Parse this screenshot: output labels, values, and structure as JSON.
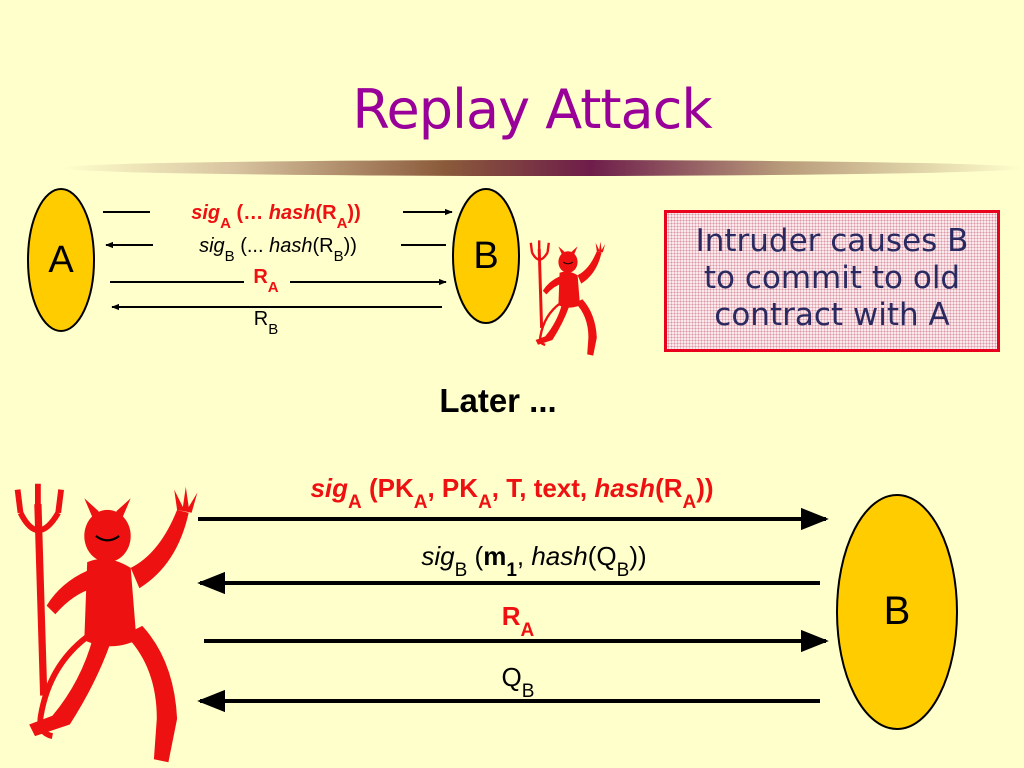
{
  "title": "Replay Attack",
  "later": "Later ...",
  "note": [
    "Intruder causes B",
    "to commit to old",
    "contract with A"
  ],
  "colors": {
    "red": "#ee1111",
    "ellipse": "#ffcc00",
    "title": "#990099"
  },
  "top": {
    "left_node": "A",
    "right_node": "B",
    "msg1": {
      "sig": "sig",
      "sub": "A",
      "mid": " (… ",
      "hash": "hash",
      "open": "(R",
      "rsub": "A",
      "close": "))"
    },
    "msg2": {
      "sig": "sig",
      "sub": "B",
      "mid": " (...  ",
      "hash": "hash",
      "open": "(R",
      "rsub": "B",
      "close": "))"
    },
    "msg3": {
      "r": "R",
      "sub": "A"
    },
    "msg4": {
      "r": "R",
      "sub": "B"
    }
  },
  "bottom": {
    "right_node": "B",
    "msg1": {
      "sig": "sig",
      "sub": "A",
      "args1": " (PK",
      "s1": "A",
      "args2": ", PK",
      "s2": "A",
      "args3": ", T, text, ",
      "hash": "hash",
      "open": "(R",
      "rsub": "A",
      "close": "))"
    },
    "msg2": {
      "sig": "sig",
      "sub": "B",
      "open": " (",
      "m": "m",
      "msub": "1",
      "mid": ", ",
      "hash": "hash",
      "qopen": "(Q",
      "qsub": "B",
      "close": "))"
    },
    "msg3": {
      "r": "R",
      "sub": "A"
    },
    "msg4": {
      "q": "Q",
      "sub": "B"
    }
  }
}
